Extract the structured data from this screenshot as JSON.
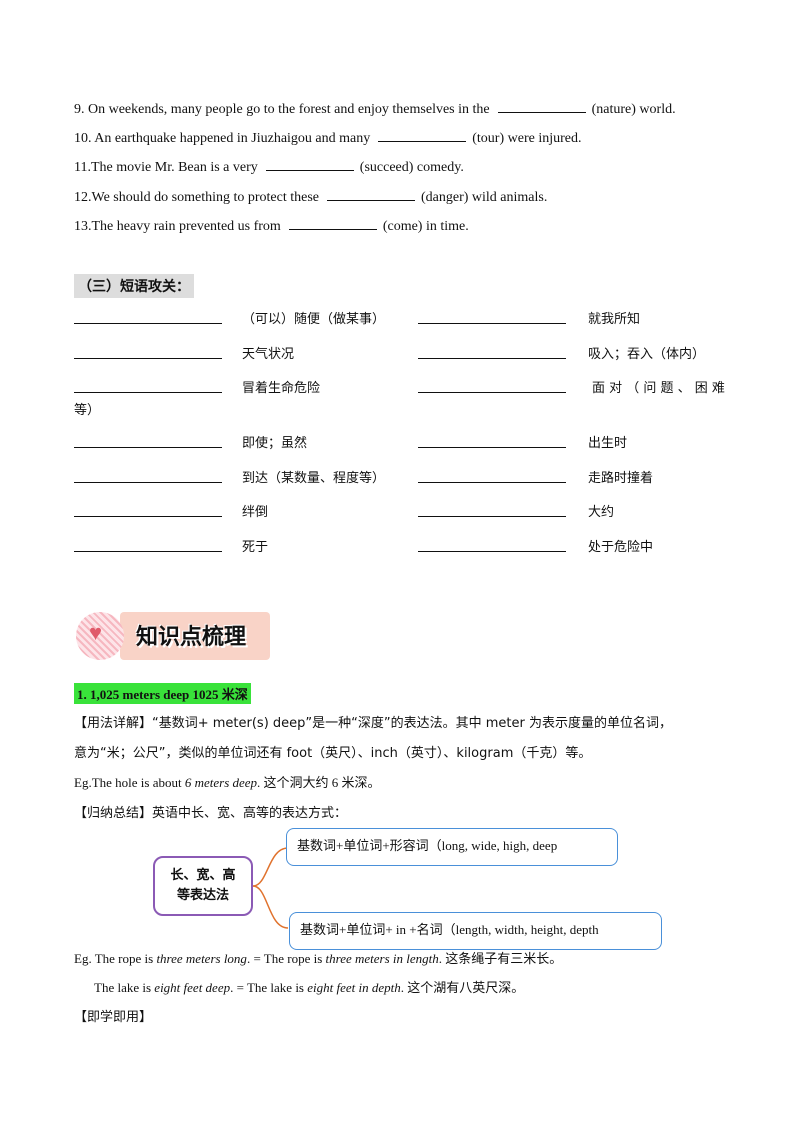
{
  "exercises": [
    {
      "pre": "9.  On weekends, many people go to the forest and enjoy themselves in the",
      "post": "(nature) world."
    },
    {
      "pre": "10.  An earthquake happened in Jiuzhaigou and many",
      "post": "(tour) were injured."
    },
    {
      "pre": "11.The  movie  Mr.  Bean  is  a  very",
      "post": "(succeed)  comedy."
    },
    {
      "pre": "12.We should do something to protect these",
      "post": "(danger) wild animals."
    },
    {
      "pre": "13.The heavy rain prevented us from",
      "post": "(come) in time."
    }
  ],
  "section3": {
    "title": "（三）短语攻关："
  },
  "phrases": {
    "left": [
      "（可以）随便（做某事）",
      "天气状况",
      "冒着生命危险",
      "即使；虽然",
      "到达（某数量、程度等）",
      "绊倒",
      "死于"
    ],
    "right": [
      "就我所知",
      "吸入；吞入（体内）",
      "面 对 （ 问 题 、 困 难",
      "出生时",
      "走路时撞着",
      "大约",
      "处于危险中"
    ],
    "right_wrap": "等）"
  },
  "header": {
    "title": "知识点梳理"
  },
  "kp": {
    "title": "1.  1,025  meters deep 1025  米深",
    "usage_line1": "【用法详解】“基数词+ meter(s) deep”是一种“深度”的表达法。其中 meter 为表示度量的单位名词，",
    "usage_line2": "意为“米；公尺”，类似的单位词还有 foot（英尺）、inch（英寸）、kilogram（千克）等。",
    "eg1_pre": "Eg.The hole is about ",
    "eg1_it": "6 meters deep",
    "eg1_post": ". 这个洞大约 6 米深。",
    "summary": "【归纳总结】英语中长、宽、高等的表达方式：",
    "diagram": {
      "left_line1": "长、宽、高",
      "left_line2": "等表达法",
      "top": "基数词+单位词+形容词（long,  wide,  high,  deep",
      "bottom": "基数词+单位词+  in  +名词（length,  width,  height,  depth"
    },
    "eg2": {
      "a": "Eg.  The  rope  is  ",
      "b": "three meters long",
      "c": ". =  The  rope  is  ",
      "d": "three  meters  in  length",
      "e": ". 这条绳子有三米长。"
    },
    "eg3": {
      "a": "The  lake  is  ",
      "b": "eight  feet  deep",
      "c": ". =  The  lake  is  ",
      "d": "eight  feet  in  depth",
      "e": ". 这个湖有八英尺深。"
    },
    "practice": "【即学即用】"
  }
}
